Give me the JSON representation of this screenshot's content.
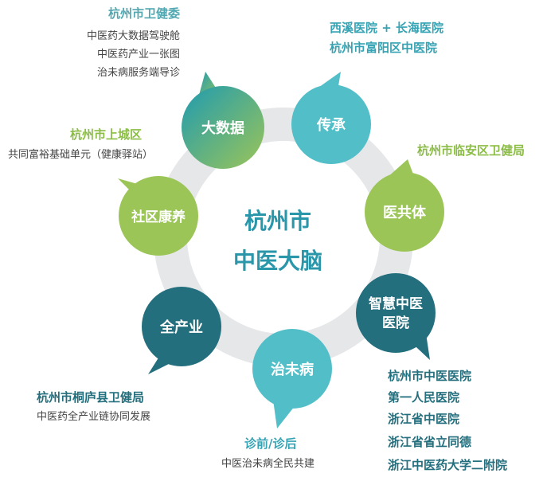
{
  "center": {
    "line1": "杭州市",
    "line2": "中医大脑"
  },
  "nodes": {
    "bigdata": "大数据",
    "heritage": "传承",
    "medgroup": "医共体",
    "smart_l1": "智慧中医",
    "smart_l2": "医院",
    "prevent": "治未病",
    "industry": "全产业",
    "community": "社区康养"
  },
  "labels": {
    "bigdata": {
      "title": "杭州市卫健委",
      "lines": [
        "中医药大数据驾驶舱",
        "中医药产业一张图",
        "治未病服务端导诊"
      ]
    },
    "heritage": {
      "lines": [
        "西溪医院 + 长海医院",
        "杭州市富阳区中医院"
      ]
    },
    "medgroup": {
      "title": "杭州市临安区卫健局"
    },
    "smart": {
      "lines": [
        "杭州市中医医院",
        "第一人民医院",
        "浙江省中医院",
        "浙江省省立同德",
        "浙江中医药大学二附院"
      ]
    },
    "prevent": {
      "title": "诊前/诊后",
      "sub": "中医治未病全民共建"
    },
    "industry": {
      "title": "杭州市桐庐县卫健局",
      "sub": "中医药全产业链协同发展"
    },
    "community": {
      "title": "杭州市上城区",
      "sub": "共同富裕基础单元（健康驿站）"
    }
  },
  "colors": {
    "ring": "#e6e7e9",
    "teal": "#52bfc8",
    "green": "#9cc558",
    "dark_teal": "#246f7d",
    "center_text": "#2a96aa"
  }
}
